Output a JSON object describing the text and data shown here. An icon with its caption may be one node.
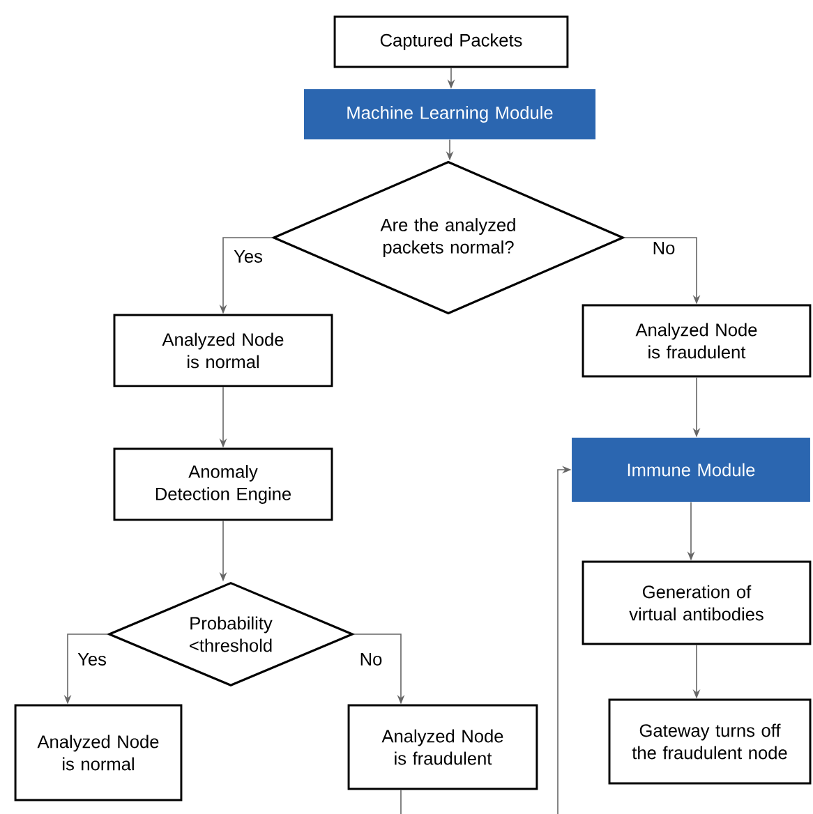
{
  "diagram": {
    "nodes": [
      {
        "text": [
          "Captured Packets"
        ]
      },
      {
        "text": [
          "Machine Learning Module"
        ]
      },
      {
        "text": [
          "Are the analyzed packets normal?"
        ]
      },
      {
        "text": [
          "Analyzed Node is normal"
        ]
      },
      {
        "text": [
          "Analyzed Node is fraudulent"
        ]
      },
      {
        "text": [
          "Immune Module"
        ]
      },
      {
        "text": [
          "Anomaly Detection Engine"
        ]
      },
      {
        "text": [
          "Generation of virtual antibodies"
        ]
      },
      {
        "text": [
          "Probability <threshold"
        ]
      },
      {
        "text": [
          "Gateway turns off the fraudulent node"
        ]
      },
      {
        "text": [
          "Analyzed Node is normal"
        ]
      },
      {
        "text": [
          "Analyzed Node is fraudulent"
        ]
      }
    ],
    "edges": [
      {
        "from": 0,
        "to": 1,
        "arrow": "to"
      },
      {
        "from": 1,
        "to": 2,
        "arrow": "to"
      },
      {
        "from": 2,
        "to": 3,
        "arrow": "to",
        "label": "Yes"
      },
      {
        "from": 2,
        "to": 4,
        "arrow": "to",
        "label": "No"
      },
      {
        "from": 3,
        "to": 6,
        "arrow": "to"
      },
      {
        "from": 6,
        "to": 8,
        "arrow": "to"
      },
      {
        "from": 8,
        "to": 10,
        "arrow": "to",
        "label": "Yes"
      },
      {
        "from": 8,
        "to": 11,
        "arrow": "to",
        "label": "No"
      },
      {
        "from": 4,
        "to": 5,
        "arrow": "to"
      },
      {
        "from": 5,
        "to": 7,
        "arrow": "to"
      },
      {
        "from": 7,
        "to": 9,
        "arrow": "to"
      },
      {
        "from": 11,
        "to": null,
        "arrow": "none"
      },
      {
        "from": null,
        "to": 5,
        "arrow": "to"
      }
    ]
  }
}
